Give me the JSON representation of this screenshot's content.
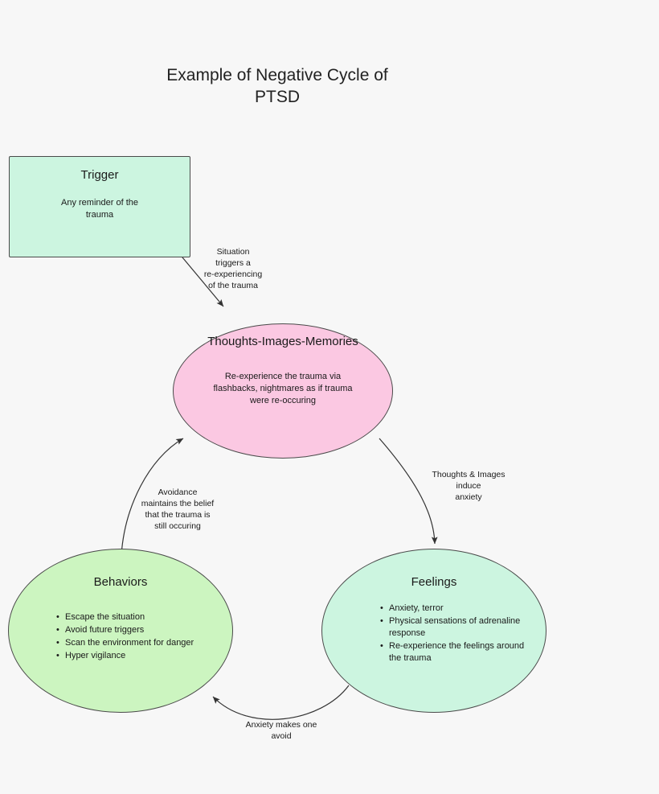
{
  "title": "Example of Negative Cycle of\nPTSD",
  "background_color": "#f7f7f7",
  "nodes": {
    "trigger": {
      "title": "Trigger",
      "body": "Any reminder of the\ntrauma",
      "color": "#ccf5e0",
      "shape": "rectangle"
    },
    "thoughts": {
      "title": "Thoughts-Images-Memories",
      "body": "Re-experience the trauma via\nflashbacks, nightmares as if trauma\nwere re-occuring",
      "color": "#fbc8e2",
      "shape": "ellipse"
    },
    "behaviors": {
      "title": "Behaviors",
      "items": [
        "Escape the situation",
        "Avoid future triggers",
        "Scan the environment for danger",
        "Hyper vigilance"
      ],
      "color": "#ccf5c0",
      "shape": "ellipse"
    },
    "feelings": {
      "title": "Feelings",
      "items": [
        "Anxiety, terror",
        "Physical sensations of adrenaline response",
        "Re-experience the feelings around the trauma"
      ],
      "color": "#ccf5e0",
      "shape": "ellipse"
    }
  },
  "edges": {
    "trigger_to_thoughts": {
      "label": "Situation\ntriggers a\nre-experiencing\nof the trauma",
      "from": "trigger",
      "to": "thoughts",
      "style": "straight"
    },
    "thoughts_to_feelings": {
      "label": "Thoughts & Images\ninduce\nanxiety",
      "from": "thoughts",
      "to": "feelings",
      "style": "curved"
    },
    "feelings_to_behaviors": {
      "label": "Anxiety makes one\navoid",
      "from": "feelings",
      "to": "behaviors",
      "style": "curved"
    },
    "behaviors_to_thoughts": {
      "label": "Avoidance\nmaintains the belief\nthat the trauma is\nstill occuring",
      "from": "behaviors",
      "to": "thoughts",
      "style": "curved"
    }
  }
}
